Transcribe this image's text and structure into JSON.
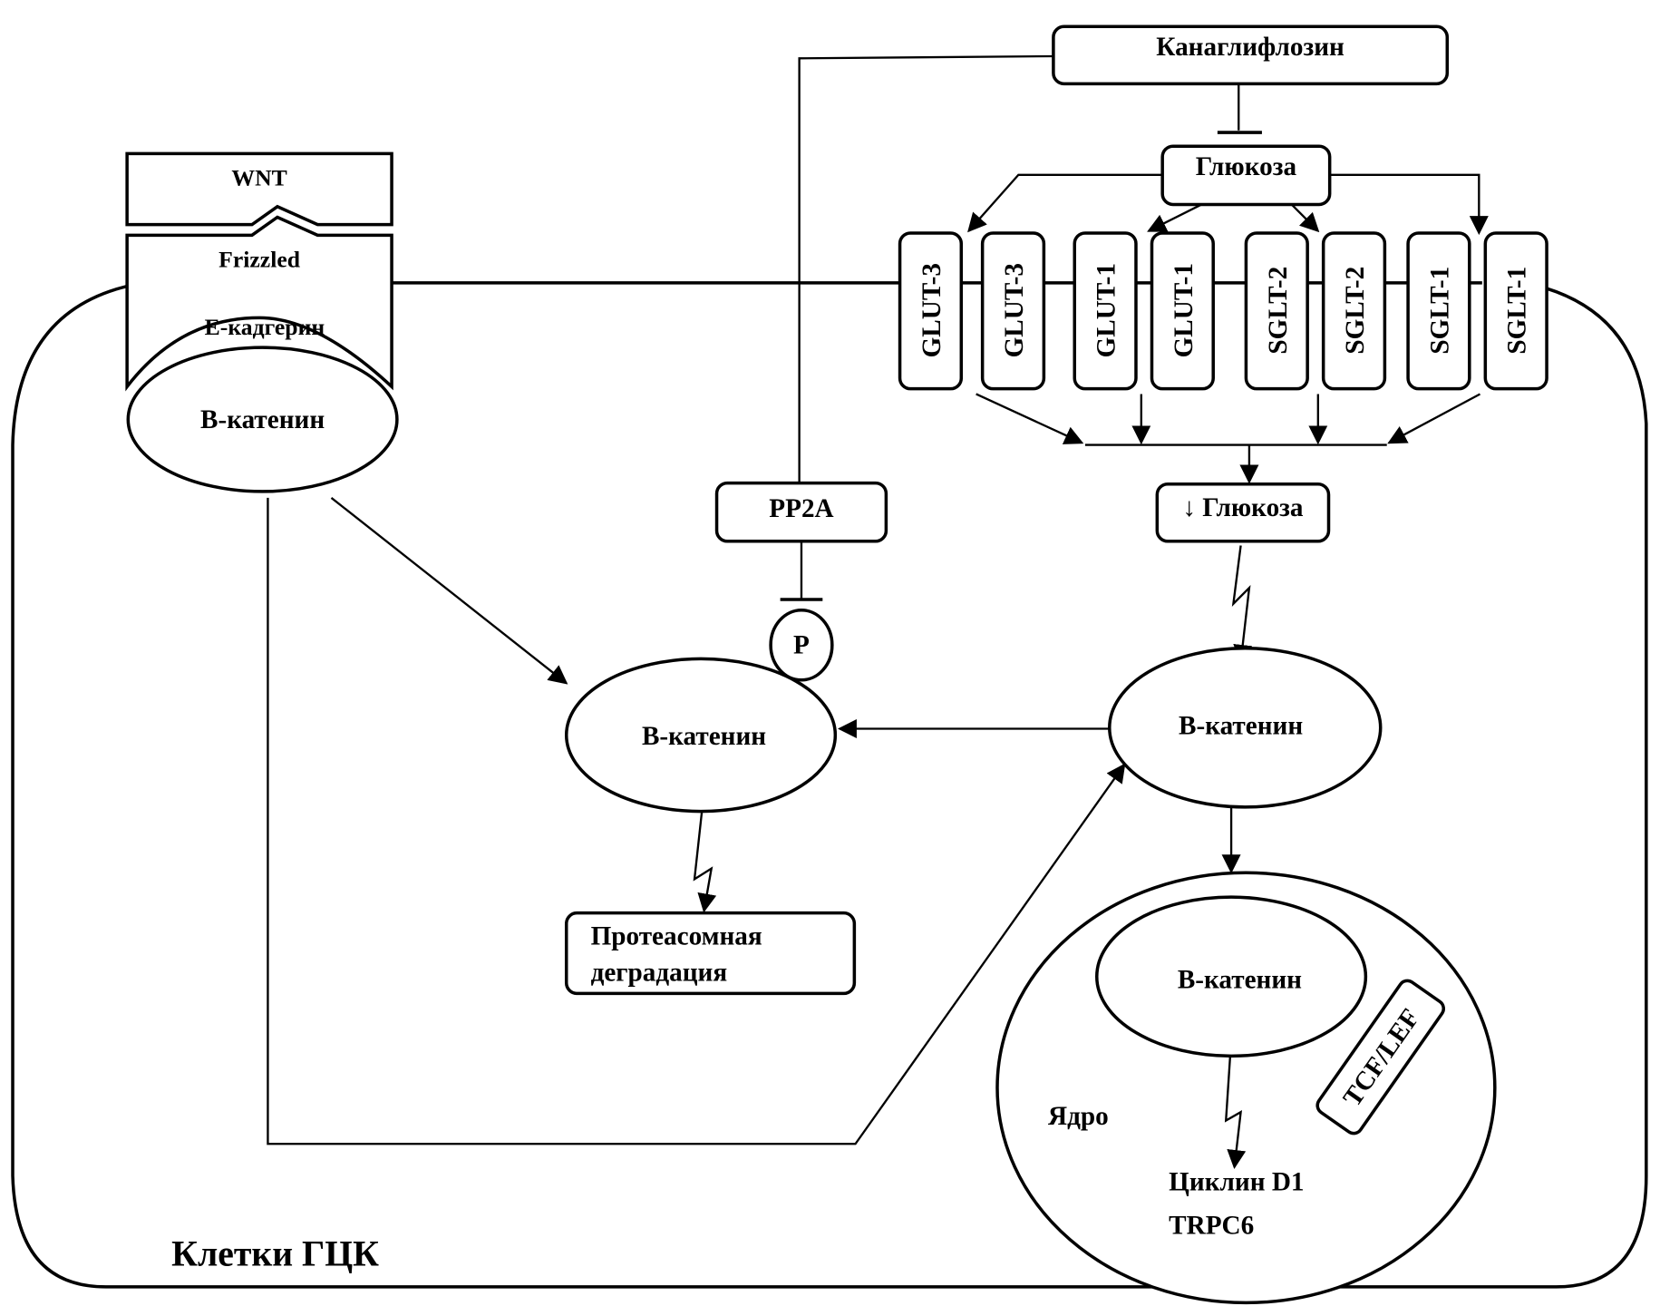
{
  "diagram": {
    "cell_label": "Клетки ГЦК",
    "drug": "Канаглифлозин",
    "glucose": "Глюкоза",
    "glucose_low": "↓ Глюкоза",
    "wnt": "WNT",
    "frizzled": "Frizzled",
    "e_cadherin": "E-кадгерин",
    "pp2a": "PP2A",
    "phospho": "P",
    "beta_catenin_membrane": "B-катенин",
    "beta_catenin_center": "B-катенин",
    "beta_catenin_right": "B-катенин",
    "beta_catenin_nucleus": "B-катенин",
    "proteasome_line1": "Протеасомная",
    "proteasome_line2": "деградация",
    "nucleus": "Ядро",
    "tcf_lef": "TCF/LEF",
    "target_gene_1": "Циклин D1",
    "target_gene_2": "TRPC6",
    "transporters": [
      "GLUT-3",
      "GLUT-3",
      "GLUT-1",
      "GLUT-1",
      "SGLT-2",
      "SGLT-2",
      "SGLT-1",
      "SGLT-1"
    ]
  }
}
